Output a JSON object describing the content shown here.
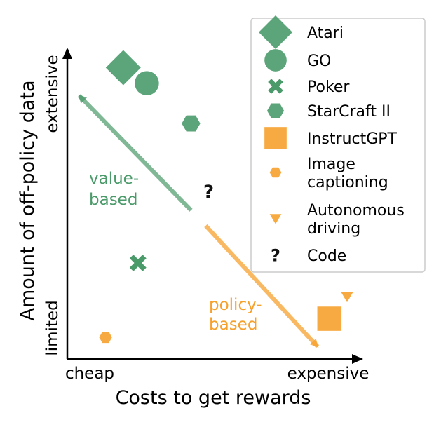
{
  "chart_data": {
    "type": "scatter",
    "title": "",
    "xlabel": "Costs to get rewards",
    "ylabel": "Amount of off-policy data",
    "x_ticks": [
      "cheap",
      "expensive"
    ],
    "y_ticks": [
      "limited",
      "extensive"
    ],
    "xlim": [
      0,
      1
    ],
    "ylim": [
      0,
      1
    ],
    "grid": false,
    "legend_position": "top-right",
    "colors": {
      "value": "#4a9a6a",
      "policy": "#f7a12d",
      "code": "#111111"
    },
    "series": [
      {
        "name": "Atari",
        "marker": "diamond",
        "group": "value",
        "x": 0.19,
        "y": 0.94
      },
      {
        "name": "GO",
        "marker": "circle",
        "group": "value",
        "x": 0.27,
        "y": 0.89
      },
      {
        "name": "Poker",
        "marker": "x",
        "group": "value",
        "x": 0.24,
        "y": 0.31
      },
      {
        "name": "StarCraft II",
        "marker": "hexagon",
        "group": "value",
        "x": 0.42,
        "y": 0.76
      },
      {
        "name": "InstructGPT",
        "marker": "square",
        "group": "policy",
        "x": 0.89,
        "y": 0.13
      },
      {
        "name": "Image captioning",
        "marker": "hexagon-small",
        "group": "policy",
        "x": 0.13,
        "y": 0.07
      },
      {
        "name": "Autonomous driving",
        "marker": "triangle-down",
        "group": "policy",
        "x": 0.95,
        "y": 0.2
      },
      {
        "name": "Code",
        "marker": "question",
        "group": "code",
        "x": 0.48,
        "y": 0.54
      }
    ],
    "legend_labels": [
      [
        "Atari"
      ],
      [
        "GO"
      ],
      [
        "Poker"
      ],
      [
        "StarCraft II"
      ],
      [
        "InstructGPT"
      ],
      [
        "Image",
        "captioning"
      ],
      [
        "Autonomous",
        "driving"
      ],
      [
        "Code"
      ]
    ],
    "arrows": [
      {
        "text": [
          "value-",
          "based"
        ],
        "group": "value",
        "from": [
          0.42,
          0.48
        ],
        "to": [
          0.04,
          0.85
        ]
      },
      {
        "text": [
          "policy-",
          "based"
        ],
        "group": "policy",
        "from": [
          0.47,
          0.43
        ],
        "to": [
          0.85,
          0.04
        ]
      }
    ]
  }
}
